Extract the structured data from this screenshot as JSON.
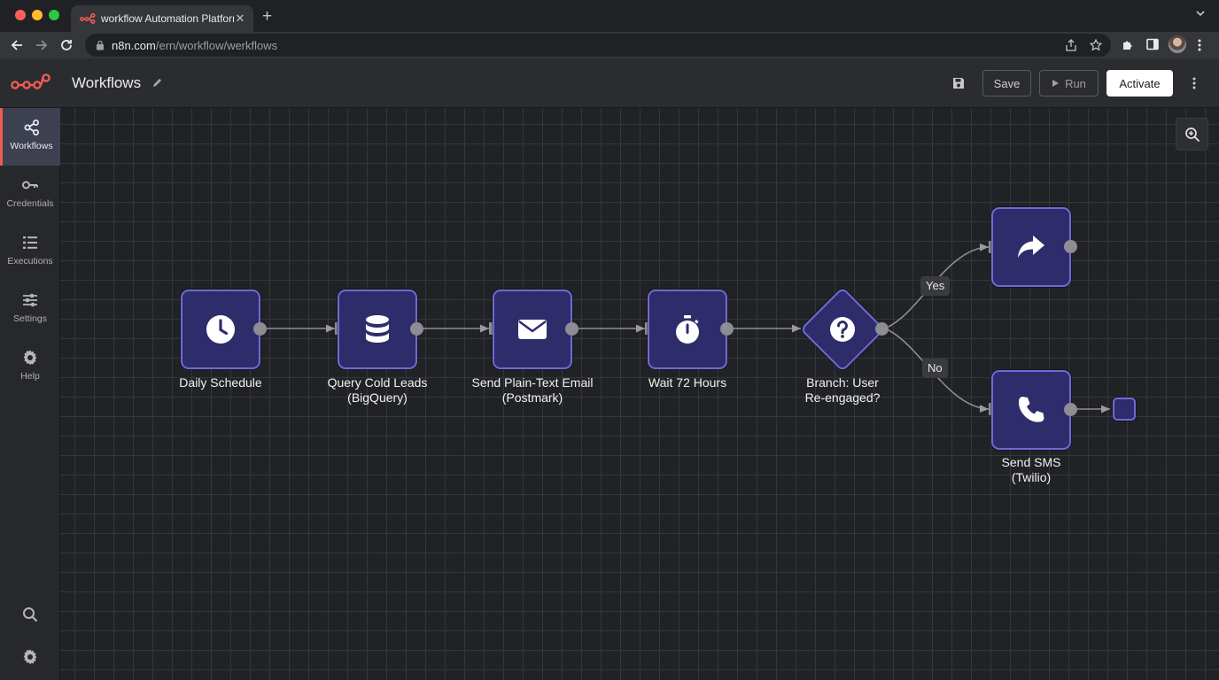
{
  "browser": {
    "tab_title": "workflow Automation Platform",
    "tab_close": "✕",
    "new_tab": "+",
    "url_host": "n8n.com",
    "url_path": "/ern/workflow/werkflows"
  },
  "header": {
    "title": "Workflows",
    "save_label": "Save",
    "run_label": "Run",
    "activate_label": "Activate"
  },
  "sidebar": {
    "items": [
      {
        "label": "Workflows",
        "icon": "workflows-icon",
        "active": true
      },
      {
        "label": "Credentials",
        "icon": "key-icon"
      },
      {
        "label": "Executions",
        "icon": "list-icon"
      },
      {
        "label": "Settings",
        "icon": "sliders-icon"
      },
      {
        "label": "Help",
        "icon": "gear-icon"
      }
    ],
    "bottom": [
      {
        "icon": "search-icon"
      },
      {
        "icon": "gear-icon"
      }
    ]
  },
  "workflow": {
    "nodes": [
      {
        "id": "schedule",
        "icon": "clock-icon",
        "label_lines": [
          "Daily Schedule"
        ]
      },
      {
        "id": "bigquery",
        "icon": "database-icon",
        "label_lines": [
          "Query Cold Leads",
          "(BigQuery)"
        ]
      },
      {
        "id": "email",
        "icon": "envelope-icon",
        "label_lines": [
          "Send Plain-Text Email",
          "(Postmark)"
        ]
      },
      {
        "id": "wait",
        "icon": "stopwatch-icon",
        "label_lines": [
          "Wait 72 Hours"
        ]
      },
      {
        "id": "branch",
        "icon": "question-icon",
        "label_lines": [
          "Branch: User",
          "Re-engaged?"
        ]
      },
      {
        "id": "forward",
        "icon": "share-arrow-icon",
        "label_lines": []
      },
      {
        "id": "sms",
        "icon": "phone-icon",
        "label_lines": [
          "Send SMS",
          "(Twilio)"
        ]
      },
      {
        "id": "placeholder",
        "icon": "",
        "label_lines": []
      }
    ],
    "branches": {
      "yes": "Yes",
      "no": "No"
    }
  },
  "colors": {
    "node_fill": "#2f2c6c",
    "node_border": "#6f6ad4",
    "accent": "#ef5d52",
    "canvas": "#212226"
  }
}
